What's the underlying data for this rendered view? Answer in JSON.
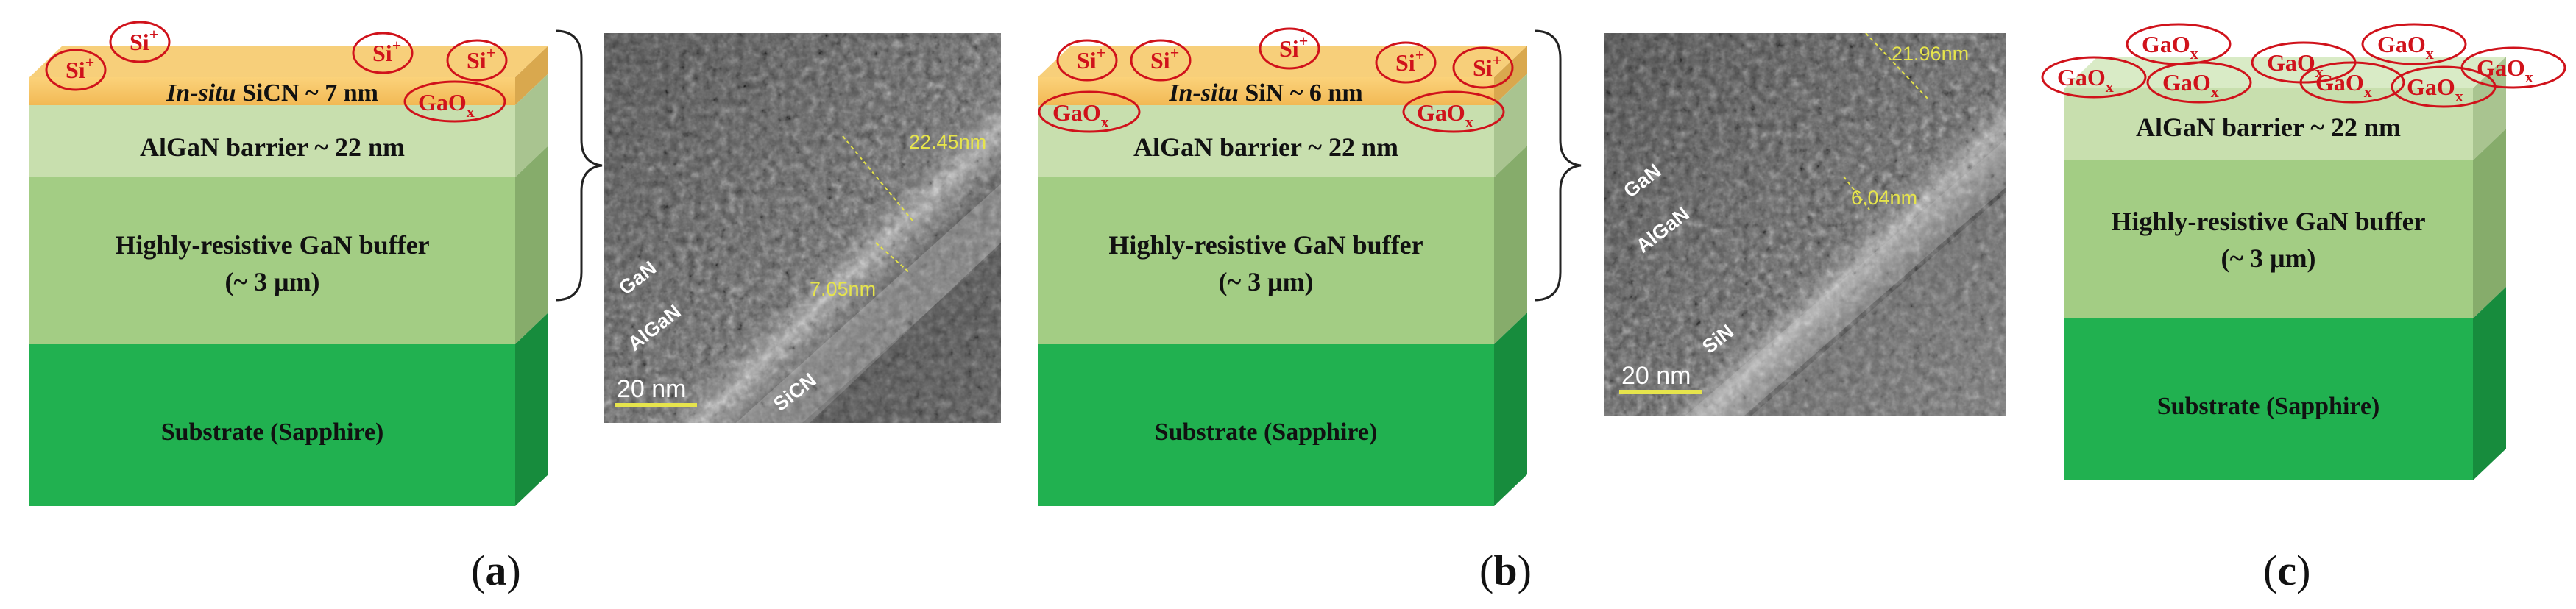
{
  "panels": [
    {
      "id": "a",
      "label_letter": "a",
      "cap_layer_italic": "In-situ",
      "cap_layer_rest": " SiCN ~ 7 nm",
      "barrier": "AlGaN barrier ~ 22 nm",
      "buffer_line1": "Highly-resistive GaN buffer",
      "buffer_line2": "(~ 3 μm)",
      "substrate": "Substrate (Sapphire)",
      "tem": {
        "labels": [
          "GaN",
          "AlGaN",
          "SiCN"
        ],
        "measure_1": "22.45nm",
        "measure_2": "7.05nm",
        "scalebar": "20 nm"
      }
    },
    {
      "id": "b",
      "label_letter": "b",
      "cap_layer_italic": "In-situ",
      "cap_layer_rest": " SiN ~ 6 nm",
      "barrier": "AlGaN barrier ~ 22 nm",
      "buffer_line1": "Highly-resistive GaN buffer",
      "buffer_line2": "(~ 3 μm)",
      "substrate": "Substrate (Sapphire)",
      "tem": {
        "labels": [
          "GaN",
          "AlGaN",
          "SiN"
        ],
        "measure_1": "21.96nm",
        "measure_2": "6.04nm",
        "scalebar": "20 nm"
      }
    },
    {
      "id": "c",
      "label_letter": "c",
      "barrier": "AlGaN barrier ~ 22 nm",
      "buffer_line1": "Highly-resistive GaN buffer",
      "buffer_line2": "(~ 3 μm)",
      "substrate": "Substrate (Sapphire)"
    }
  ],
  "ions": {
    "si": "Si",
    "si_charge": "+",
    "gao": "GaO",
    "gao_sub": "x"
  },
  "colors": {
    "cap": "#f6c56a",
    "cap_side": "#d9a84e",
    "barrier": "#c8dfae",
    "barrier_side": "#a9c490",
    "buffer": "#a3cd84",
    "buffer_side": "#86ac6b",
    "substrate": "#21b150",
    "substrate_side": "#178c3d",
    "ion_red": "#d0121b"
  }
}
